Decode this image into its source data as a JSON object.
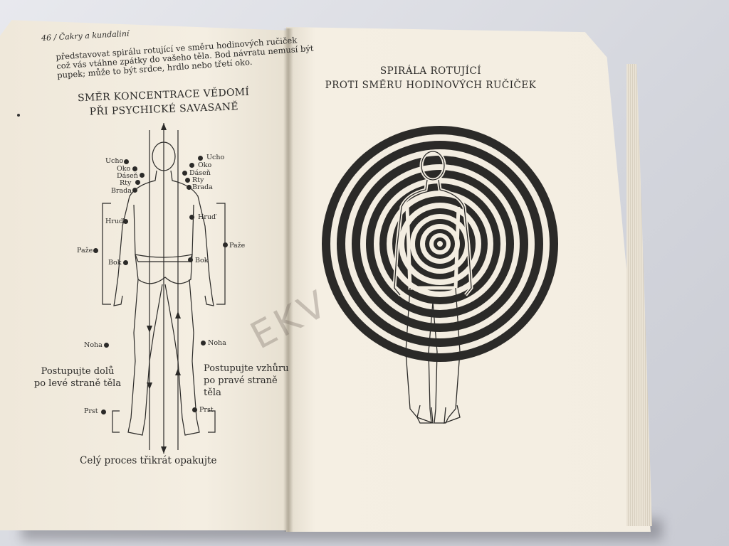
{
  "left_page": {
    "header": "46 / Čakry a kundaliní",
    "paragraph": [
      "představovat spirálu rotující ve směru hodinových ručiček",
      "což vás vtáhne zpátky do vašeho těla. Bod návratu nemusí být",
      "pupek; může to být srdce, hrdlo nebo třetí oko."
    ],
    "title": [
      "SMĚR KONCENTRACE VĚDOMÍ",
      "PŘI PSYCHICKÉ SAVASANĚ"
    ],
    "labels_left": [
      "Ucho",
      "Oko",
      "Dáseň",
      "Rty",
      "Brada",
      "Hruď",
      "Paže",
      "Bok",
      "Noha",
      "Prst"
    ],
    "labels_right": [
      "Ucho",
      "Oko",
      "Dáseň",
      "Rty",
      "Brada",
      "Hruď",
      "Paže",
      "Bok",
      "Noha",
      "Prst"
    ],
    "instruction_left": [
      "Postupujte dolů",
      "po levé straně těla"
    ],
    "instruction_right": [
      "Postupujte vzhůru",
      "po pravé straně těla"
    ],
    "footer": "Celý proces třikrát opakujte"
  },
  "right_page": {
    "title": [
      "SPIRÁLA ROTUJÍCÍ",
      "PROTI SMĚRU HODINOVÝCH RUČIČEK"
    ]
  },
  "watermark": "EKV",
  "colors": {
    "ink": "#2b2a28",
    "paper": "#f3ede1"
  }
}
